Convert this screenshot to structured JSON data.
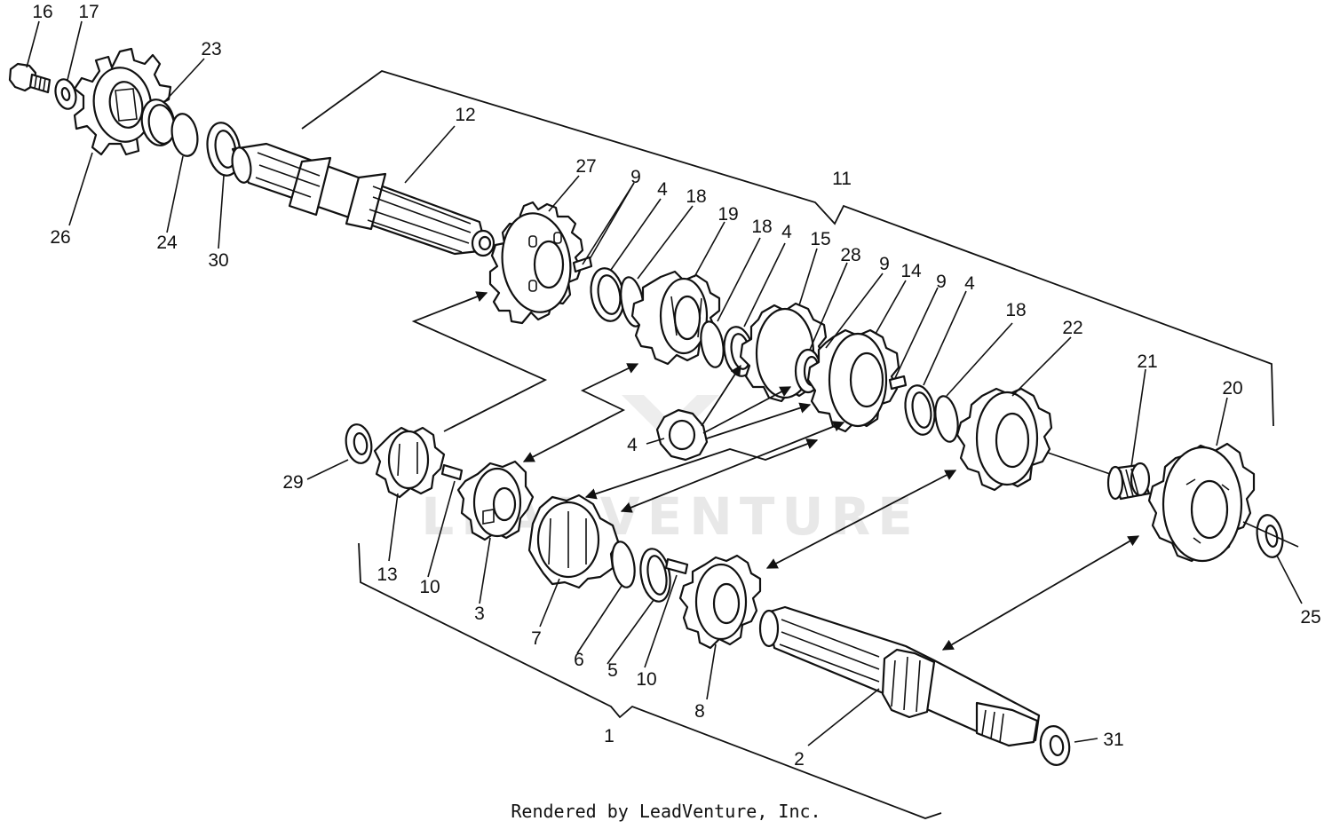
{
  "watermark": {
    "text": "LEADVENTURE"
  },
  "footer": {
    "text": "Rendered by LeadVenture, Inc."
  },
  "callouts": {
    "c16": "16",
    "c17": "17",
    "c23": "23",
    "c26": "26",
    "c24": "24",
    "c30": "30",
    "c12": "12",
    "c27": "27",
    "c9a": "9",
    "c4a": "4",
    "c18a": "18",
    "c19": "19",
    "c18b": "18",
    "c4b": "4",
    "c15": "15",
    "c11": "11",
    "c28": "28",
    "c9b": "9",
    "c14": "14",
    "c9c": "9",
    "c4c": "4",
    "c18c": "18",
    "c22": "22",
    "c21": "21",
    "c20": "20",
    "c25": "25",
    "c4d": "4",
    "c29": "29",
    "c13": "13",
    "c10a": "10",
    "c3": "3",
    "c7": "7",
    "c6": "6",
    "c5": "5",
    "c10b": "10",
    "c8": "8",
    "c1": "1",
    "c2": "2",
    "c31": "31"
  }
}
